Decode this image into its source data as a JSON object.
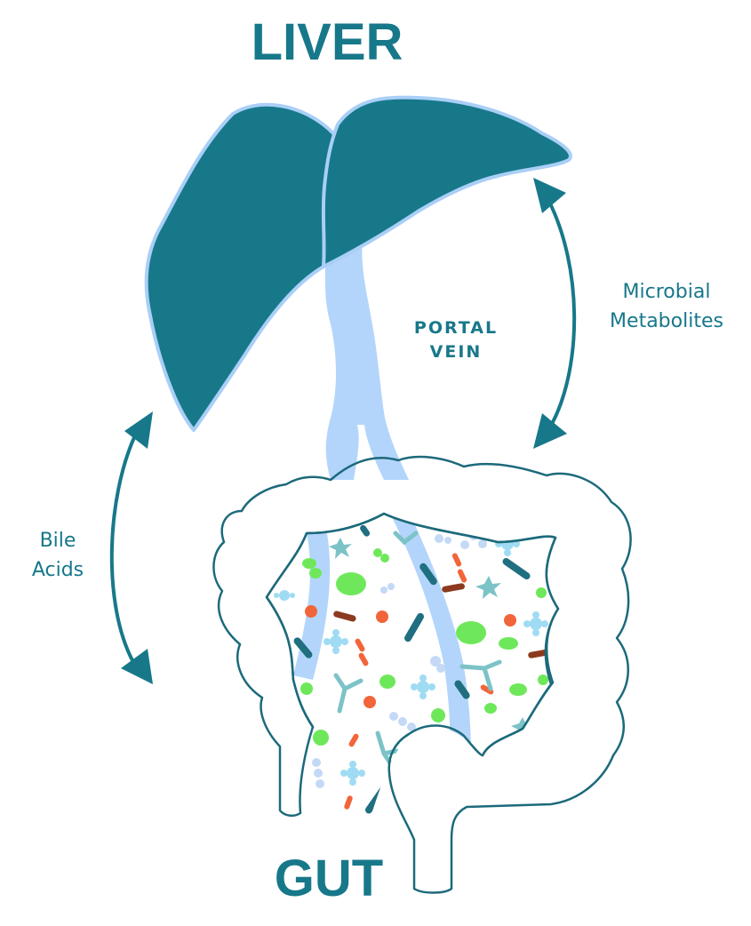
{
  "labels": {
    "liver": "LIVER",
    "gut": "GUT",
    "portal_vein_line1": "PORTAL",
    "portal_vein_line2": "VEIN",
    "microbial_line1": "Microbial",
    "microbial_line2": "Metabolites",
    "bile_line1": "Bile",
    "bile_line2": "Acids"
  },
  "colors": {
    "primary_teal": "#17788a",
    "liver_fill": "#17788a",
    "liver_outline": "#a9cff7",
    "vein_blue": "#b3d5fb",
    "gut_outline": "#1c6a7b",
    "microbe_green": "#6ee85a",
    "microbe_orange": "#f2653a",
    "microbe_brown": "#8c3a1f",
    "microbe_light_teal": "#7cc3c8",
    "microbe_light_blue": "#9fdcf3",
    "microbe_pale_blue": "#c3d9f6"
  },
  "icons": {
    "arrow_right": "double-headed-curved-arrow",
    "arrow_left": "double-headed-curved-arrow"
  }
}
